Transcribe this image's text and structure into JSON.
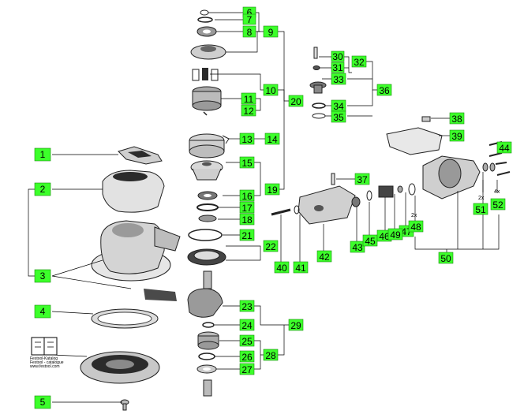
{
  "diagram": {
    "labels": [
      "1",
      "2",
      "3",
      "4",
      "5",
      "6",
      "7",
      "8",
      "9",
      "10",
      "11",
      "12",
      "13",
      "14",
      "15",
      "16",
      "17",
      "18",
      "19",
      "20",
      "21",
      "22",
      "23",
      "24",
      "25",
      "26",
      "27",
      "28",
      "29",
      "30",
      "31",
      "32",
      "33",
      "34",
      "35",
      "36",
      "37",
      "38",
      "39",
      "40",
      "41",
      "42",
      "43",
      "44",
      "45",
      "46",
      "47",
      "48",
      "49",
      "50",
      "51",
      "52"
    ],
    "notes": {
      "count_2x_a": "2x",
      "count_2x_b": "2x",
      "count_4x": "4x"
    },
    "book_icon_caption": [
      "Festool-Katalog",
      "Festool - catalogue",
      "www.festool.com"
    ]
  },
  "colors": {
    "label_fill": "#3cff2a",
    "line": "#000000",
    "part_dark": "#2b2b2b",
    "part_mid": "#8a8a8a",
    "part_light": "#d8d8d8"
  }
}
